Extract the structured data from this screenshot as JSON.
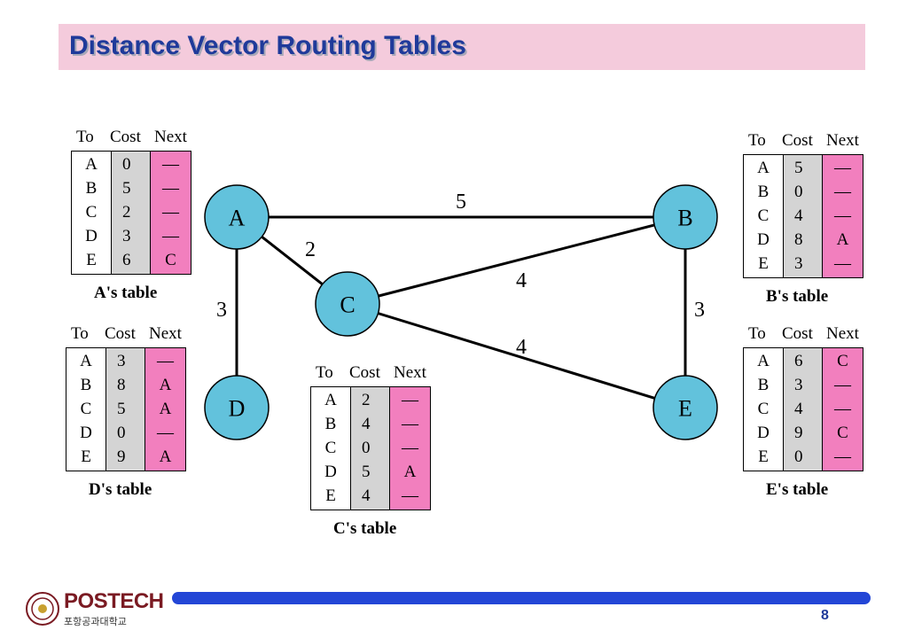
{
  "title": "Distance Vector Routing Tables",
  "headers": {
    "to": "To",
    "cost": "Cost",
    "next": "Next"
  },
  "nodes": [
    "A",
    "B",
    "C",
    "D",
    "E"
  ],
  "links": [
    {
      "from": "A",
      "to": "B",
      "cost": "5"
    },
    {
      "from": "A",
      "to": "C",
      "cost": "2"
    },
    {
      "from": "A",
      "to": "D",
      "cost": "3"
    },
    {
      "from": "C",
      "to": "B",
      "cost": "4"
    },
    {
      "from": "C",
      "to": "E",
      "cost": "4"
    },
    {
      "from": "B",
      "to": "E",
      "cost": "3"
    }
  ],
  "tables": {
    "A": {
      "caption": "A's table",
      "rows": [
        [
          "A",
          "0",
          "—"
        ],
        [
          "B",
          "5",
          "—"
        ],
        [
          "C",
          "2",
          "—"
        ],
        [
          "D",
          "3",
          "—"
        ],
        [
          "E",
          "6",
          "C"
        ]
      ]
    },
    "B": {
      "caption": "B's table",
      "rows": [
        [
          "A",
          "5",
          "—"
        ],
        [
          "B",
          "0",
          "—"
        ],
        [
          "C",
          "4",
          "—"
        ],
        [
          "D",
          "8",
          "A"
        ],
        [
          "E",
          "3",
          "—"
        ]
      ]
    },
    "C": {
      "caption": "C's table",
      "rows": [
        [
          "A",
          "2",
          "—"
        ],
        [
          "B",
          "4",
          "—"
        ],
        [
          "C",
          "0",
          "—"
        ],
        [
          "D",
          "5",
          "A"
        ],
        [
          "E",
          "4",
          "—"
        ]
      ]
    },
    "D": {
      "caption": "D's table",
      "rows": [
        [
          "A",
          "3",
          "—"
        ],
        [
          "B",
          "8",
          "A"
        ],
        [
          "C",
          "5",
          "A"
        ],
        [
          "D",
          "0",
          "—"
        ],
        [
          "E",
          "9",
          "A"
        ]
      ]
    },
    "E": {
      "caption": "E's table",
      "rows": [
        [
          "A",
          "6",
          "C"
        ],
        [
          "B",
          "3",
          "—"
        ],
        [
          "C",
          "4",
          "—"
        ],
        [
          "D",
          "9",
          "C"
        ],
        [
          "E",
          "0",
          "—"
        ]
      ]
    }
  },
  "colors": {
    "node_fill": "#62c2dc",
    "next_column": "#f27fbe",
    "cost_column": "#d4d4d4",
    "title_bar": "#f4cbdc",
    "title_text": "#1f3a9a"
  },
  "footer": {
    "logo": "POSTECH",
    "logo_sub": "포항공과대학교",
    "page": "8"
  }
}
